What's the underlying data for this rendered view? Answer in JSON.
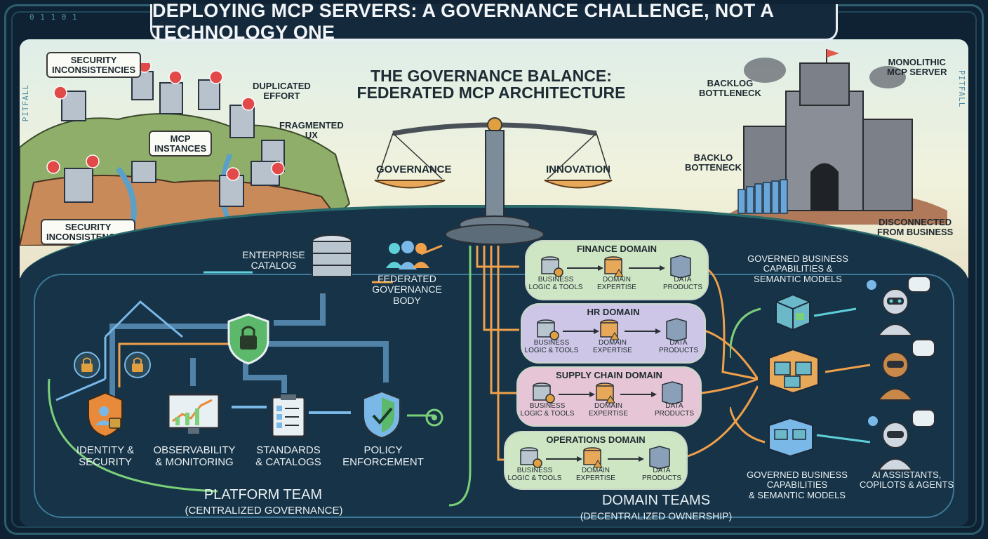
{
  "title": "DEPLOYING MCP SERVERS: A GOVERNANCE CHALLENGE, NOT A TECHNOLOGY ONE",
  "binary_text": "0 1 1 0 1",
  "side_left": "PITFALL",
  "side_right": "PITFALL",
  "center": {
    "heading": "THE GOVERNANCE BALANCE:\nFEDERATED MCP ARCHITECTURE",
    "left_pan": "GOVERNANCE",
    "right_pan": "INNOVATION"
  },
  "left_pitfall": {
    "security_top": "SECURITY\nINCONSISTENCIES",
    "duplicated": "DUPLICATED\nEFFORT",
    "fragmented": "FRAGMENTED\nUX",
    "instances": "MCP\nINSTANCES",
    "security_bottom": "SECURITY\nINCONSISTENCIES"
  },
  "right_pitfall": {
    "backlog_top": "BACKLOG\nBOTTLENECK",
    "monolithic": "MONOLITHIC\nMCP SERVER",
    "backlog_mid": "BACKLO\nBOTTENECK",
    "disconnected": "DISCONNECTED\nFROM BUSINESS"
  },
  "platform": {
    "enterprise_catalog": "ENTERPRISE\nCATALOG",
    "federated_body": "FEDERATED\nGOVERNANCE\nBODY",
    "items": [
      {
        "label": "IDENTITY &\nSECURITY"
      },
      {
        "label": "OBSERVABILITY\n& MONITORING"
      },
      {
        "label": "STANDARDS\n& CATALOGS"
      },
      {
        "label": "POLICY\nENFORCEMENT"
      }
    ],
    "team_title": "PLATFORM TEAM",
    "team_sub": "(CENTRALIZED GOVERNANCE)"
  },
  "domains": {
    "items": [
      {
        "name": "FINANCE DOMAIN",
        "logic": "BUSINESS\nLOGIC & TOOLS",
        "expertise": "DOMAIN\nEXPERTISE",
        "products": "DATA\nPRODUCTS",
        "color": "#cfe6c4"
      },
      {
        "name": "HR DOMAIN",
        "logic": "BUSINESS\nLOGIC & TOOLS",
        "expertise": "DOMAIN\nEXPERTISE",
        "products": "DATA\nPRODUCTS",
        "color": "#cdc6e6"
      },
      {
        "name": "SUPPLY CHAIN DOMAIN",
        "logic": "BUSINESS\nLOGIC & TOOLS",
        "expertise": "DOMAIN\nEXPERTISE",
        "products": "DATA\nPRODUCTS",
        "color": "#e6c6d6"
      },
      {
        "name": "OPERATIONS DOMAIN",
        "logic": "BUSINESS\nLOGIC & TOOLS",
        "expertise": "DOMAIN\nEXPERTISE",
        "products": "DATA\nPRODUCTS",
        "color": "#cfe6c4"
      }
    ],
    "team_title": "DOMAIN TEAMS",
    "team_sub": "(DECENTRALIZED OWNERSHIP)"
  },
  "capabilities": {
    "top": "GOVERNED BUSINESS\nCAPABILITIES &\nSEMANTIC MODELS",
    "bottom": "GOVERNED BUSINESS\nCAPABILITIES\n& SEMANTIC MODELS"
  },
  "agents": {
    "label": "AI ASSISTANTS,\nCOPILOTS & AGENTS"
  },
  "colors": {
    "orange": "#f0a04a",
    "teal": "#5fd0d8",
    "green": "#7bd07a",
    "blue": "#7ab8e8"
  }
}
